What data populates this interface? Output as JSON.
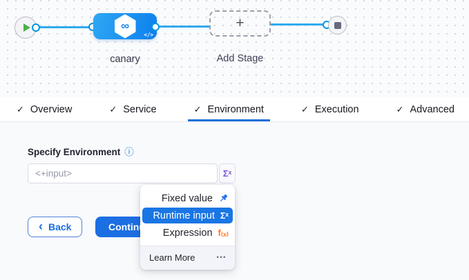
{
  "pipeline": {
    "stage_label": "canary",
    "add_stage_label": "Add Stage",
    "stage_icon": "∞",
    "code_icon": "</>",
    "plus_icon": "+",
    "colors": {
      "node_blue": "#1b84ee",
      "connector_blue": "#2fa9ef",
      "play_green": "#4db04a"
    }
  },
  "tabs": {
    "check_icon": "✓",
    "active": "Environment",
    "active_underline_color": "#1b6fd8",
    "items": [
      {
        "label": "Overview"
      },
      {
        "label": "Service"
      },
      {
        "label": "Environment"
      },
      {
        "label": "Execution"
      },
      {
        "label": "Advanced"
      }
    ]
  },
  "form": {
    "field_label": "Specify Environment",
    "info_icon": "ⓘ",
    "input_value": "",
    "input_placeholder": "<+input>",
    "sigma_icon": "Σˣ",
    "sigma_color": "#7d57d9"
  },
  "buttons": {
    "back_chevron": "‹",
    "back_label": "Back",
    "continue_label": "Continue",
    "primary_color": "#1c6ee3"
  },
  "dropdown": {
    "items": [
      {
        "label": "Fixed value",
        "icon": "pin-icon",
        "selected": false
      },
      {
        "label": "Runtime input",
        "icon": "Σˣ",
        "selected": true
      },
      {
        "label": "Expression",
        "icon": "f₍ₓ₎",
        "selected": false
      }
    ],
    "selected_bg": "#1976e4",
    "footer": {
      "learn_more_label": "Learn More",
      "ellipsis_icon": "•••"
    }
  }
}
